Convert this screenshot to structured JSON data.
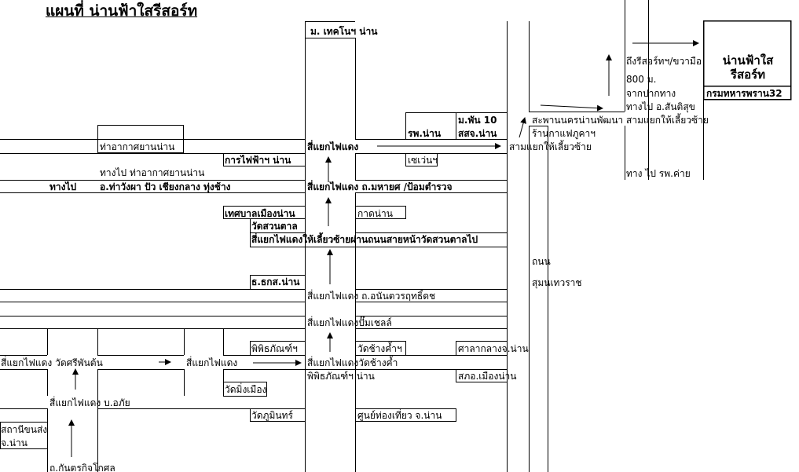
{
  "title": "แผนที่ น่านฟ้าใสรีสอร์ท",
  "resort": {
    "name_line1": "น่านฟ้าใส",
    "name_line2": "รีสอร์ท",
    "road_label": "กรมทหารพราน32"
  },
  "labels": {
    "tech_school": "ม. เทคโนฯ น่าน",
    "airport": "ท่าอากาศยานน่าน",
    "electricity": "การไฟฟ้าฯ น่าน",
    "to_airport": "ทางไป ท่าอากาศยานน่าน",
    "to_prefix": "ทางไป",
    "districts": "อ.ท่าวังผา ปัว เชียงกลาง ทุ่งช้าง",
    "light_1": "สี่แยกไฟแดง",
    "light_2": "สี่แยกไฟแดง ถ.มหายศ /ป้อมตำรวจ",
    "hospital": "รพ.น่าน",
    "regiment": "ม.พัน 10",
    "police": "สสจ.น่าน",
    "seven_eleven": "เซเว่นฯ",
    "municipality": "เทศบาลเมืองน่าน",
    "suan_tan": "วัดสวนตาล",
    "kad_nan": "กาดน่าน",
    "light_3": "สี่แยกไฟแดงให้เลี้ยวซ้ายผ่านถนนสายหน้าวัดสวนตาลไป",
    "baac": "ธ.ธกส.น่าน",
    "light_4": "สี่แยกไฟแดง ถ.อนันตวรฤทธิ์ดช",
    "light_5": "สี่แยกไฟแดงปั๊มเชลล์",
    "museum": "พิพิธภัณฑ์ฯ",
    "chang_kham": "วัดช้างค้ำฯ",
    "city_hall": "ศาลากลางจ.น่าน",
    "light_sri_phan_ton": "สี่แยกไฟแดง วัดศรีพันต้น",
    "light_6": "สี่แยกไฟแดง",
    "light_chang_kham": "สี่แยกไฟแดงวัดช้างค้ำ",
    "museum_nan": "พิพิธภัณฑ์ฯ น่าน",
    "police_station": "สภอ.เมืองน่าน",
    "ming_muang": "วัดมิ่งเมือง",
    "light_bor_aphai": "สี่แยกไฟแดง บ.อภัย",
    "phumin": "วัดภูมินทร์",
    "tourist_center": "ศูนย์ท่องเที่ยว จ.น่าน",
    "bus_station": "สถานีขนส่ง",
    "bus_station_2": "จ.น่าน",
    "road_kasem": "ถ.กันตรกิจโกศล",
    "bridge": "สะพานนครน่านพัฒนา",
    "cafe": "ร้านกาแฟภูคาฯ",
    "t_junction": "สามแยกให้เลี้ยวซ้าย",
    "road_1": "ถนน",
    "road_2": "สุมนเทวราช",
    "note_1": "ถึงรีสอร์ทฯ/ขวามือ",
    "note_2": "800 ม.",
    "note_3": "จากปากทาง",
    "note_4": "ทางไป อ.สันติสุข",
    "note_5": "สามแยกให้เลี้ยวซ้าย",
    "to_camp": "ทาง ไป รพ.ค่าย"
  }
}
